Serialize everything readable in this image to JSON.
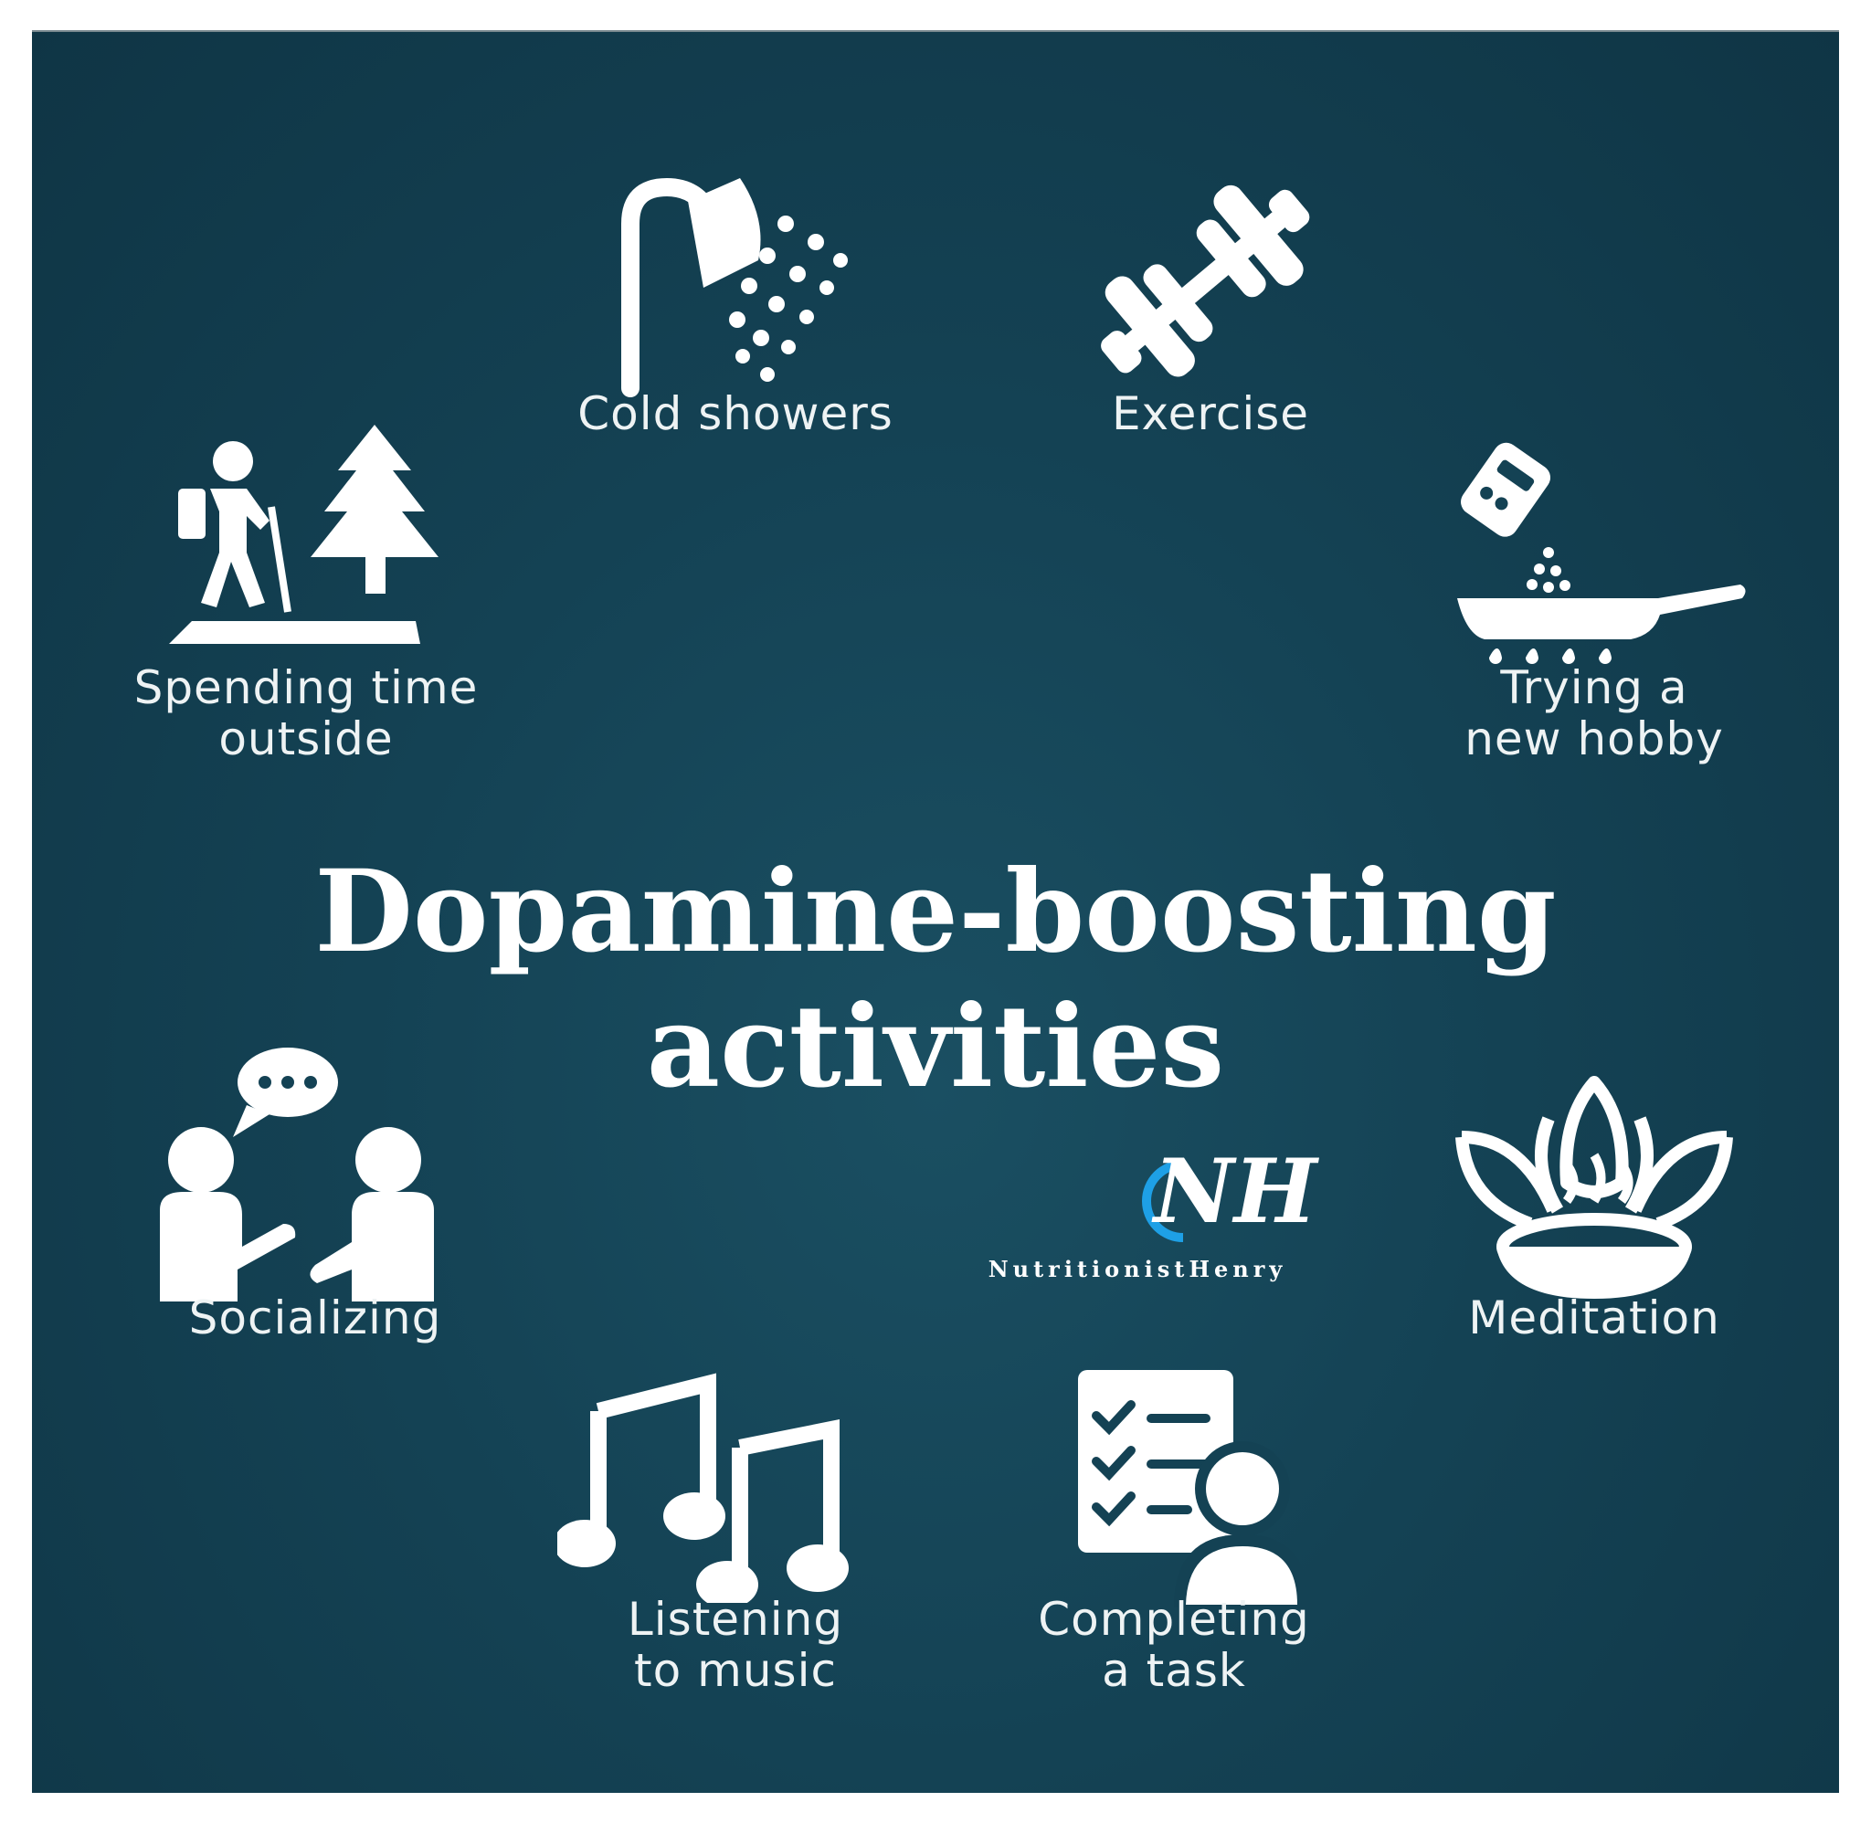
{
  "title": {
    "line1": "Dopamine-boosting",
    "line2": "activities"
  },
  "activities": [
    {
      "label": "Cold showers",
      "icon": "shower-icon"
    },
    {
      "label": "Exercise",
      "icon": "dumbbell-icon"
    },
    {
      "label": "Trying a\nnew hobby",
      "icon": "frying-pan-icon"
    },
    {
      "label": "Meditation",
      "icon": "lotus-icon"
    },
    {
      "label": "Completing\na task",
      "icon": "checklist-person-icon"
    },
    {
      "label": "Listening\nto music",
      "icon": "music-notes-icon"
    },
    {
      "label": "Socializing",
      "icon": "people-talking-icon"
    },
    {
      "label": "Spending time\noutside",
      "icon": "hiker-tree-icon"
    }
  ],
  "logo": {
    "mark": "NH",
    "text": "NutritionistHenry"
  },
  "colors": {
    "background": "#144254",
    "foreground": "#ffffff",
    "logo_accent": "#1ea0e6"
  }
}
